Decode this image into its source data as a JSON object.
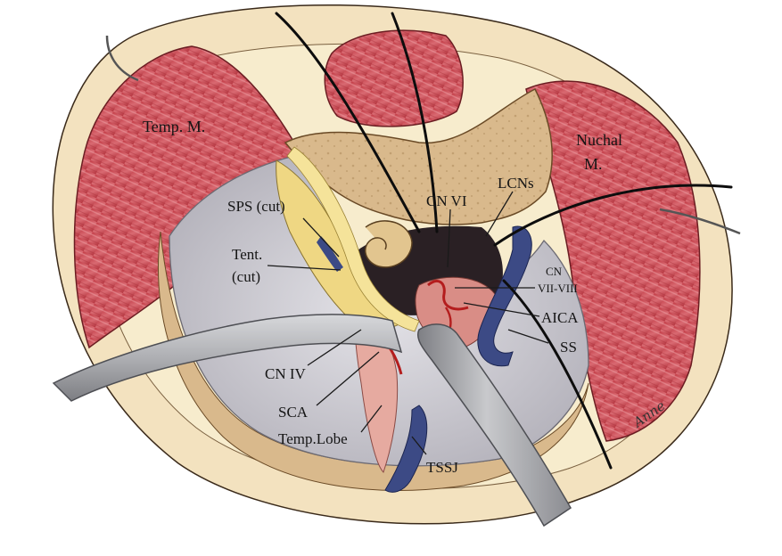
{
  "labels": {
    "temp_m": "Temp. M.",
    "nuchal_line1": "Nuchal",
    "nuchal_line2": "M.",
    "sps_cut": "SPS (cut)",
    "tent_line1": "Tent.",
    "tent_line2": "(cut)",
    "cn_vi": "CN VI",
    "lcns": "LCNs",
    "cn_line1": "CN",
    "cn_line2": "VII-VIII",
    "aica": "AICA",
    "ss": "SS",
    "cn_iv": "CN IV",
    "sca": "SCA",
    "temp_lobe": "Temp.Lobe",
    "tssj": "TSSJ"
  },
  "signature": "Anne",
  "colors": {
    "skin_outer": "#f3e2bf",
    "skin_inner": "#f7eccd",
    "bone": "#d9b98c",
    "bone_dark": "#b8915e",
    "muscle": "#c1414a",
    "muscle_light": "#e07a80",
    "dura": "#d4d2d8",
    "dura_shadow": "#a9a7b0",
    "sinus_blue": "#3c4a85",
    "nerve_yellow": "#efd783",
    "artery_red": "#b41d1d",
    "brainstem_pink": "#d98d86",
    "retractor": "#b7b8bc",
    "retractor_dark": "#6f7075",
    "cavity_dark": "#2a2024"
  }
}
